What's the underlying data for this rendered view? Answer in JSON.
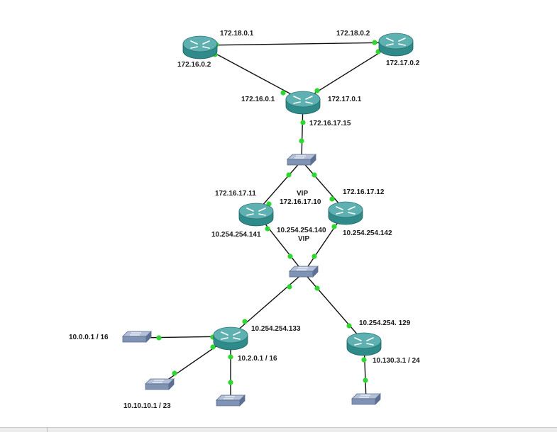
{
  "colors": {
    "link": "#111111",
    "port_dot": "#2fd62f",
    "router_body": "#2f8a8a",
    "router_top": "#5fb0b0",
    "switch_body": "#7f93b5",
    "switch_top": "#b3c0d8"
  },
  "labels": {
    "r1_link_r2": "172.18.0.1",
    "r1_link_core": "172.16.0.2",
    "r2_link_r1": "172.18.0.2",
    "r2_link_core": "172.17.0.2",
    "core_link_r1": "172.16.0.1",
    "core_link_r2": "172.17.0.1",
    "core_down": "172.16.17.15",
    "left_fw_up": "172.16.17.11",
    "right_fw_up": "172.16.17.12",
    "vip_top_word": "VIP",
    "vip_top_addr": "172.16.17.10",
    "left_fw_down": "10.254.254.141",
    "vip_bottom_addr": "10.254.254.140",
    "vip_bottom_word": "VIP",
    "right_fw_down": "10.254.254.142",
    "lan_router_up": "10.254.254.133",
    "lan_router_net_left": "10.0.0.1 / 16",
    "lan_router_net_down": "10.2.0.1 / 16",
    "lan_router_net_lower": "10.10.10.1 / 23",
    "right_router_up": "10.254.254. 129",
    "right_router_net": "10.130.3.1 / 24"
  },
  "devices": [
    {
      "name": "router-r1",
      "kind": "router"
    },
    {
      "name": "router-r2",
      "kind": "router"
    },
    {
      "name": "router-core",
      "kind": "router"
    },
    {
      "name": "switch-top",
      "kind": "switch"
    },
    {
      "name": "router-fw-left",
      "kind": "router"
    },
    {
      "name": "router-fw-right",
      "kind": "router"
    },
    {
      "name": "switch-middle",
      "kind": "switch"
    },
    {
      "name": "router-lan",
      "kind": "router"
    },
    {
      "name": "router-remote",
      "kind": "router"
    },
    {
      "name": "switch-lan-left",
      "kind": "switch"
    },
    {
      "name": "switch-lan-lower",
      "kind": "switch"
    },
    {
      "name": "switch-lan-down",
      "kind": "switch"
    },
    {
      "name": "switch-remote",
      "kind": "switch"
    }
  ]
}
